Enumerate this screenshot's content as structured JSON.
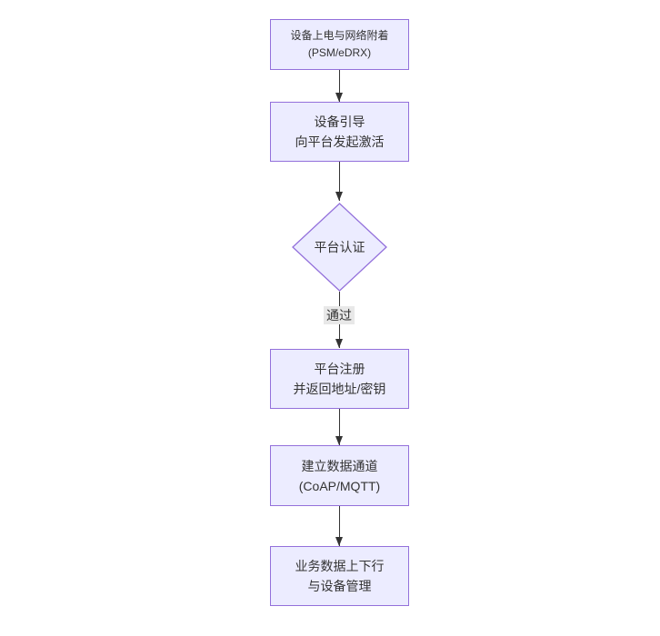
{
  "diagram": {
    "type": "flowchart",
    "direction": "top-down",
    "colors": {
      "background": "#ffffff",
      "node_fill": "#ECECFF",
      "node_border": "#9370DB",
      "text": "#333333",
      "arrow": "#333333",
      "edge_label_bg": "#e8e8e8"
    },
    "nodes": {
      "power_attach": {
        "line1": "设备上电与网络附着",
        "line2": "(PSM/eDRX)"
      },
      "bootstrap": {
        "line1": "设备引导",
        "line2": "向平台发起激活"
      },
      "auth": {
        "label": "平台认证"
      },
      "register": {
        "line1": "平台注册",
        "line2": "并返回地址/密钥"
      },
      "channel": {
        "line1": "建立数据通道",
        "line2": "(CoAP/MQTT)"
      },
      "business": {
        "line1": "业务数据上下行",
        "line2": "与设备管理"
      }
    },
    "edges": {
      "auth_pass_label": "通过"
    }
  }
}
